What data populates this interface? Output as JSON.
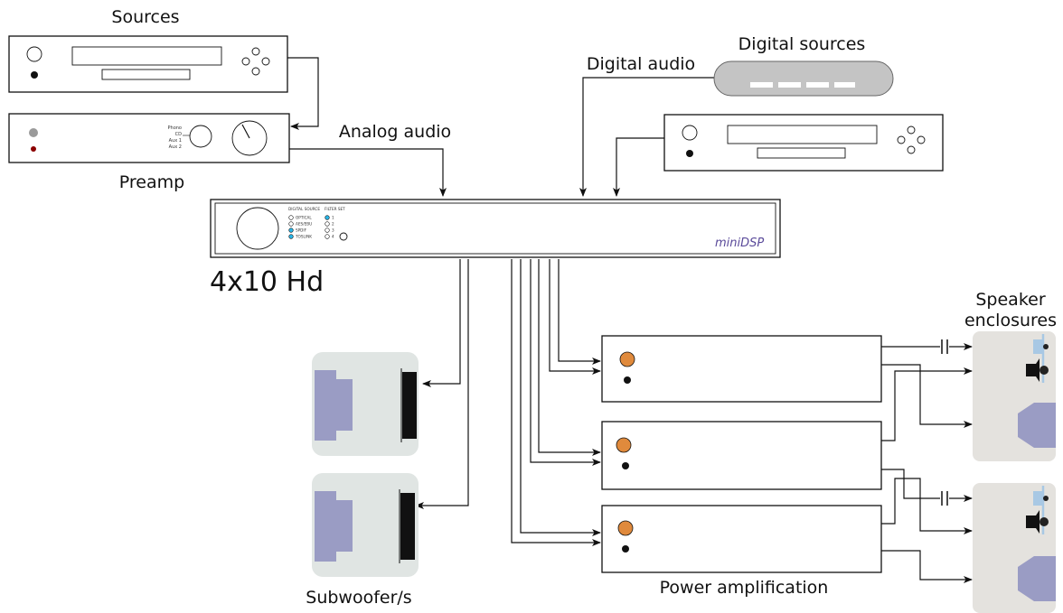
{
  "labels": {
    "sources": "Sources",
    "preamp": "Preamp",
    "analog_audio": "Analog audio",
    "digital_audio": "Digital audio",
    "digital_sources": "Digital sources",
    "device": "4x10 Hd",
    "speaker_enclosures_line1": "Speaker",
    "speaker_enclosures_line2": "enclosures",
    "subwoofers": "Subwoofer/s",
    "power_amplification": "Power amplification"
  },
  "preamp_inputs": [
    "Phono",
    "CD",
    "Aux 1",
    "Aux 2"
  ],
  "front_panel": {
    "digital_source_title": "DIGITAL SOURCE",
    "digital_sources": [
      "OPTICAL",
      "AES/EBU",
      "SPDIF",
      "TOSLINK"
    ],
    "filter_set_title": "FILTER SET",
    "filter_sets": [
      "1",
      "2",
      "3",
      "4"
    ],
    "brand": "miniDSP"
  },
  "colors": {
    "led_active": "#29b6e8",
    "driver_fill": "#9a9cc4",
    "enclosure_fill": "#e0e5e3",
    "speaker_box_fill": "#e4e2de",
    "tweeter_fill": "#a8c8e4",
    "amp_led": "#e08a3c"
  }
}
